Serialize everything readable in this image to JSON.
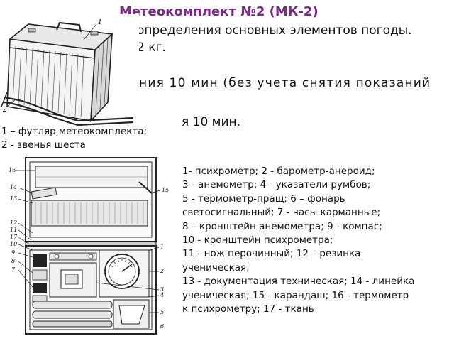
{
  "title": "Метеокомплект №2 (МК-2)",
  "body_lines": [
    "определения основных элементов погоды.",
    "2 кг.",
    "ния  10  мин  (без  учета  снятия  показаний",
    "я 10 мин."
  ],
  "figure1": {
    "caption_lines": [
      "1 – футляр метеокомплекта;",
      "2 - звенья шеста"
    ],
    "callouts": [
      "1",
      "2"
    ]
  },
  "figure2": {
    "callouts": [
      "16",
      "14",
      "13",
      "15",
      "12",
      "11",
      "17",
      "10",
      "9",
      "8",
      "7",
      "1",
      "2",
      "3",
      "4",
      "5",
      "6"
    ]
  },
  "legend_lines": [
    "1- психрометр; 2 - барометр-анероид;",
    "3 - анемометр; 4 - указатели румбов;",
    "5 - термометр-пращ; 6 – фонарь",
    "светосигнальный; 7 - часы карманные;",
    "8 – кронштейн анемометра; 9 - компас;",
    "10 - кронштейн психрометра;",
    "11 - нож перочинный; 12 – резинка",
    "ученическая;",
    "13 - документация техническая; 14 - линейка",
    "ученическая; 15 - карандаш; 16 - термометр",
    "к психрометру; 17 - ткань"
  ]
}
